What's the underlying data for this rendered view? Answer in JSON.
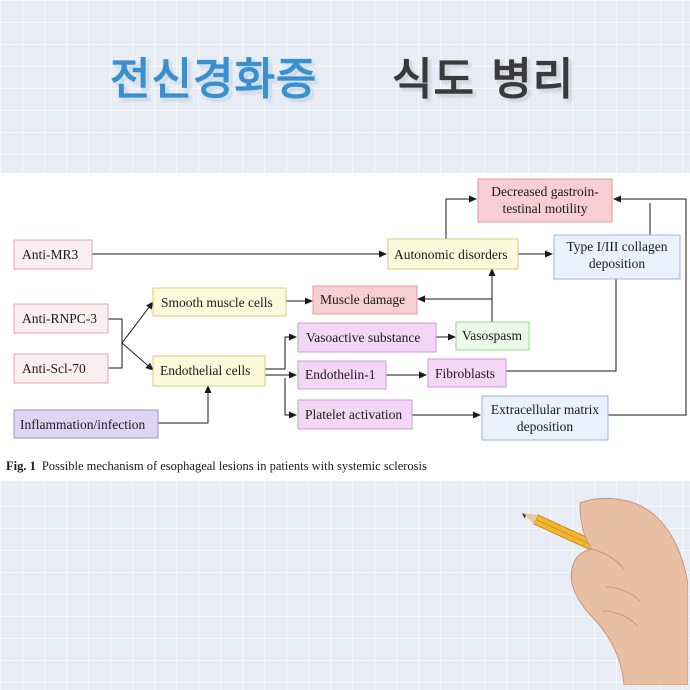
{
  "header": {
    "title_blue": "전신경화증",
    "title_dark": "식도 병리"
  },
  "diagram": {
    "nodes": {
      "anti_mr3": "Anti-MR3",
      "anti_rnpc3": "Anti-RNPC-3",
      "anti_scl70": "Anti-Scl-70",
      "inflammation": "Inflammation/infection",
      "smooth_muscle": "Smooth muscle cells",
      "endothelial": "Endothelial cells",
      "muscle_damage": "Muscle damage",
      "vasoactive": "Vasoactive substance",
      "vasospasm": "Vasospasm",
      "endothelin": "Endothelin-1",
      "fibroblasts": "Fibroblasts",
      "platelet": "Platelet activation",
      "ecm_1": "Extracellular matrix",
      "ecm_2": "deposition",
      "autonomic": "Autonomic disorders",
      "decreased_1": "Decreased gastroin-",
      "decreased_2": "testinal motility",
      "collagen_1": "Type I/III collagen",
      "collagen_2": "deposition"
    },
    "colors": {
      "antibody_fill": "#fbeef0",
      "antibody_stroke": "#e6a3ad",
      "inflammation_fill": "#ddd6f3",
      "inflammation_stroke": "#9b8fd6",
      "cell_fill": "#fbfbdc",
      "cell_stroke": "#cfd07e",
      "damage_fill": "#f7cfd3",
      "damage_stroke": "#df9aa2",
      "mediator_fill": "#f3d8f6",
      "mediator_stroke": "#cf9bd9",
      "vasospasm_fill": "#ecfaea",
      "vasospasm_stroke": "#9fd39a",
      "deposition_fill": "#e8f1fc",
      "deposition_stroke": "#9ab8de"
    }
  },
  "caption": {
    "label": "Fig. 1",
    "text": "Possible mechanism of esophageal lesions in patients with systemic sclerosis"
  }
}
